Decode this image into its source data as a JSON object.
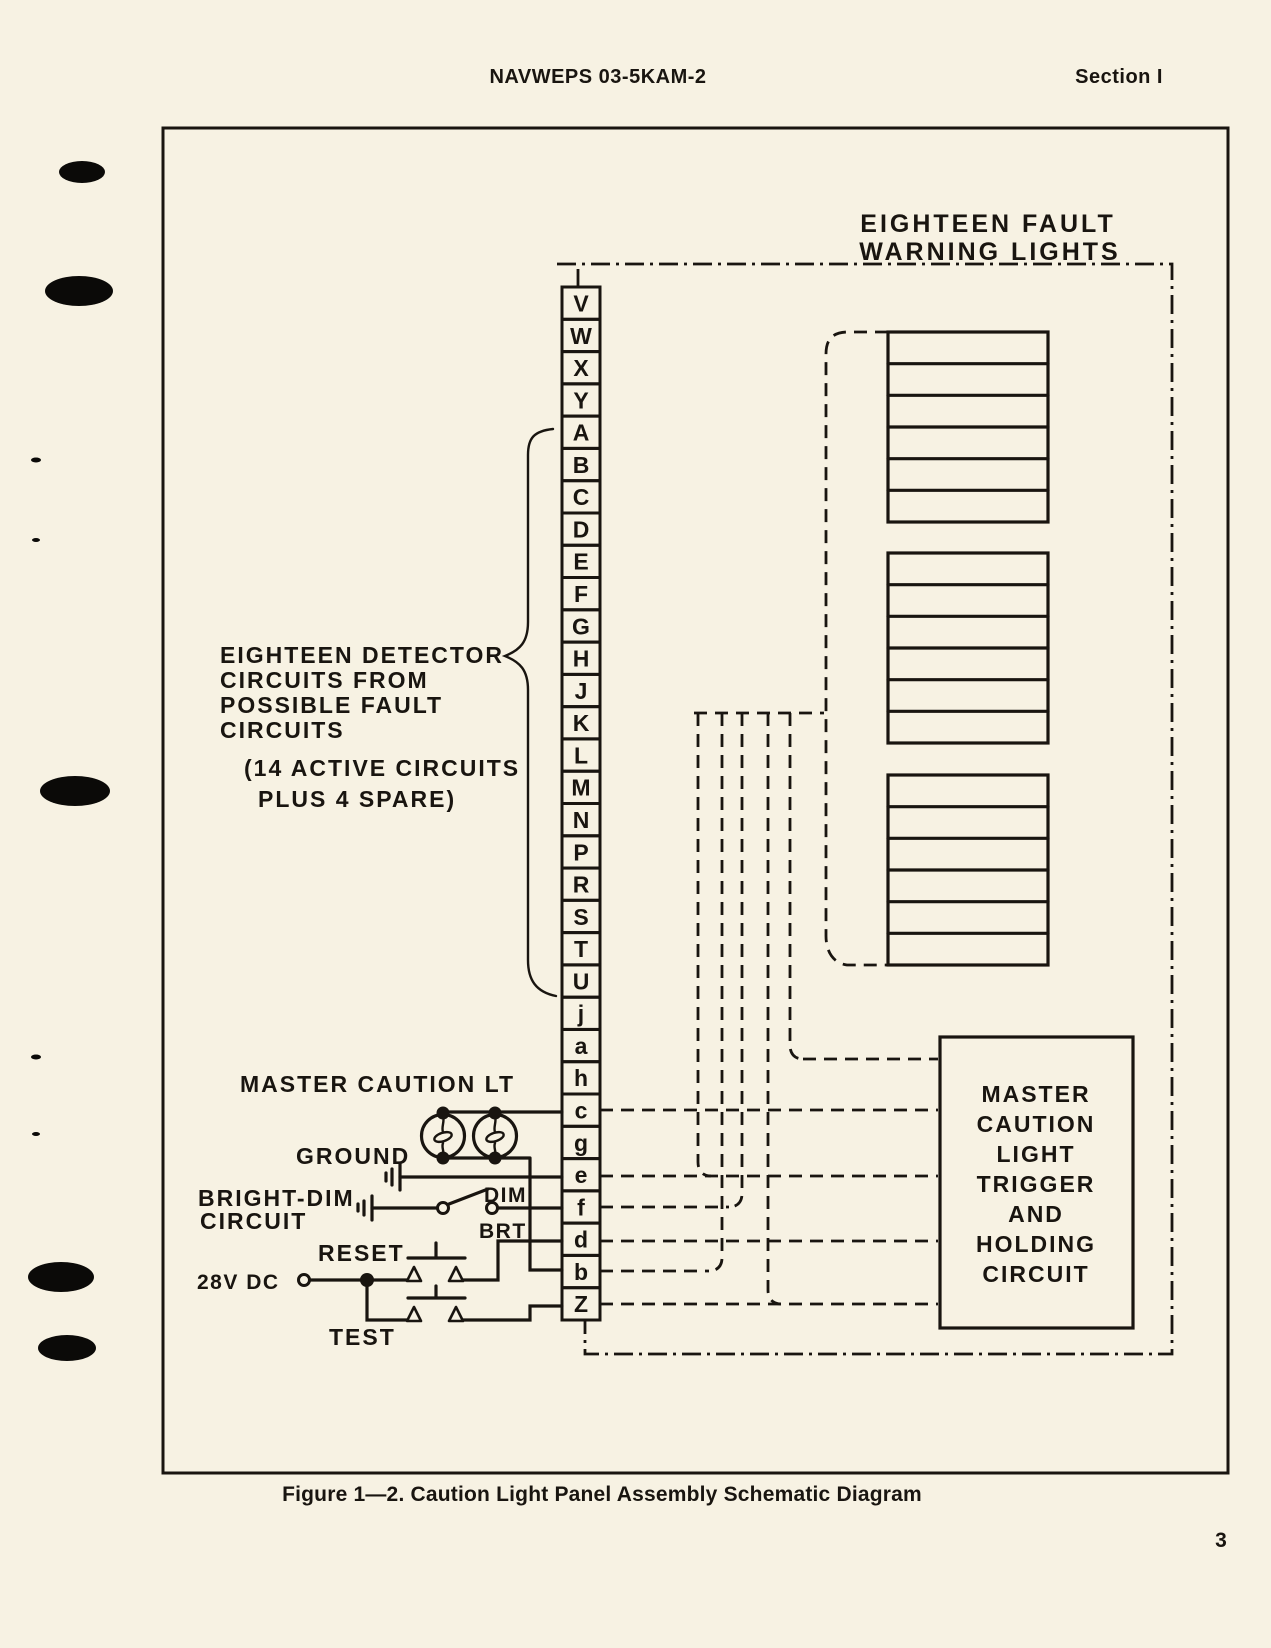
{
  "page": {
    "paper_color": "#f7f2e3",
    "ink_color": "#191510"
  },
  "header": {
    "doc_number": "NAVWEPS 03-5KAM-2",
    "section": "Section I"
  },
  "diagram": {
    "fault_lights_label": [
      "EIGHTEEN FAULT",
      "WARNING LIGHTS"
    ],
    "detector_label": [
      "EIGHTEEN DETECTOR",
      "CIRCUITS FROM",
      "POSSIBLE FAULT",
      "CIRCUITS"
    ],
    "detector_note": [
      "(14 ACTIVE CIRCUITS",
      "PLUS 4 SPARE)"
    ],
    "terminals": [
      "V",
      "W",
      "X",
      "Y",
      "A",
      "B",
      "C",
      "D",
      "E",
      "F",
      "G",
      "H",
      "J",
      "K",
      "L",
      "M",
      "N",
      "P",
      "R",
      "S",
      "T",
      "U",
      "j",
      "a",
      "h",
      "c",
      "g",
      "e",
      "f",
      "d",
      "b",
      "Z"
    ],
    "light_groups": [
      6,
      6,
      6
    ],
    "trigger_box": [
      "MASTER",
      "CAUTION",
      "LIGHT",
      "TRIGGER",
      "AND",
      "HOLDING",
      "CIRCUIT"
    ],
    "master_caution_label": "MASTER CAUTION LT",
    "ground_label": "GROUND",
    "bright_dim_label": [
      "BRIGHT-DIM",
      "CIRCUIT"
    ],
    "dim_label": "DIM",
    "brt_label": "BRT",
    "reset_label": "RESET",
    "test_label": "TEST",
    "supply_label": "28V DC"
  },
  "figure": {
    "caption": "Figure 1—2. Caution Light Panel Assembly Schematic Diagram",
    "page_number": "3"
  }
}
